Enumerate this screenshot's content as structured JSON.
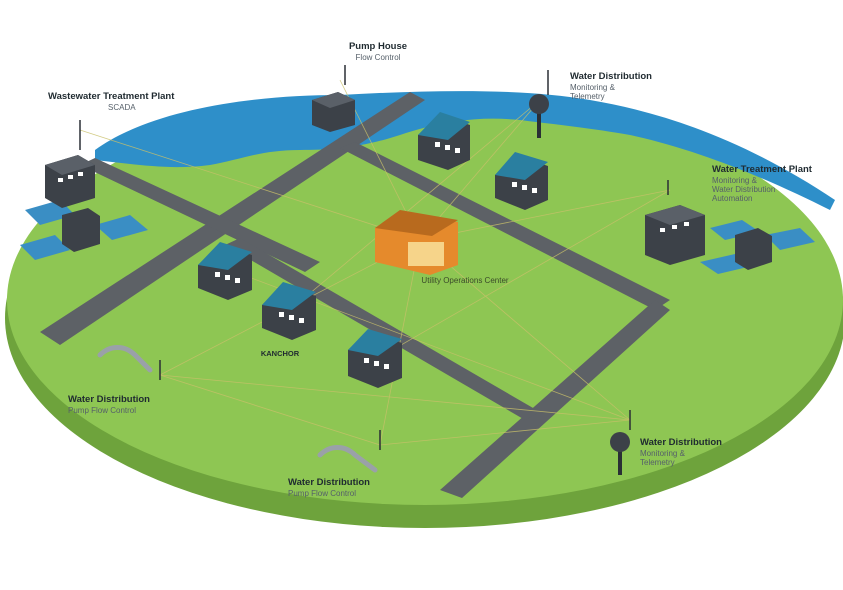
{
  "colors": {
    "ground": "#8ec653",
    "ground_edge": "#6ea33c",
    "water": "#2e8fc9",
    "road": "#5d6166",
    "building_wall": "#3c4148",
    "building_roof": "#2a7fa0",
    "ops_center": "#e58a2c",
    "link_lines": "#c9c06a"
  },
  "labels": {
    "pump_house": {
      "title": "Pump House",
      "sub": "Flow Control"
    },
    "wastewater_plant": {
      "title": "Wastewater Treatment Plant",
      "sub": "SCADA"
    },
    "water_dist_top": {
      "title": "Water Distribution",
      "sub1": "Monitoring &",
      "sub2": "Telemetry"
    },
    "water_treatment": {
      "title": "Water Treatment Plant",
      "sub1": "Monitoring &",
      "sub2": "Water Distribution",
      "sub3": "Automation"
    },
    "ops_center": {
      "title": "Utility Operations Center"
    },
    "kanchor": {
      "title": "KANCHOR"
    },
    "water_dist_left": {
      "title": "Water Distribution",
      "sub": "Pump Flow Control"
    },
    "water_dist_bottom": {
      "title": "Water Distribution",
      "sub": "Pump Flow Control"
    },
    "water_dist_right": {
      "title": "Water Distribution",
      "sub1": "Monitoring &",
      "sub2": "Telemetry"
    }
  },
  "icons": [
    "antenna-icon",
    "water-tower-icon",
    "pump-pipe-icon",
    "settling-tank-icon"
  ]
}
